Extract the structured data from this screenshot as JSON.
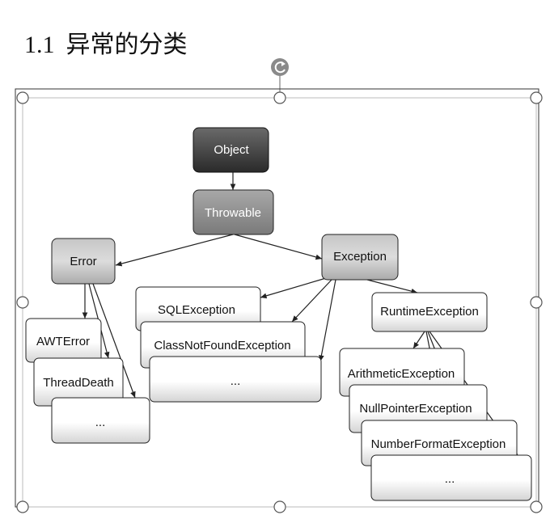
{
  "heading": {
    "number": "1.1",
    "title": "异常的分类"
  },
  "diagram": {
    "nodes": {
      "object": "Object",
      "throwable": "Throwable",
      "error": "Error",
      "exception": "Exception",
      "awterror": "AWTError",
      "threaddeath": "ThreadDeath",
      "error_more": "...",
      "sqlexception": "SQLException",
      "classnotfound": "ClassNotFoundException",
      "exception_more": "...",
      "runtimeexception": "RuntimeException",
      "arithmetic": "ArithmeticException",
      "nullpointer": "NullPointerException",
      "numberformat": "NumberFormatException",
      "runtime_more": "..."
    }
  },
  "colors": {
    "dark_node": "#3a3a3a",
    "mid_node": "#8c8c8c",
    "light_node": "#d8d8d8",
    "white_node": "#ffffff",
    "edge": "#222222",
    "handle": "#555555",
    "rotate_handle": "#8a8a8a"
  },
  "icons": {
    "rotate_handle": "rotate-icon",
    "resize_handles": "resize-handle-icon"
  }
}
